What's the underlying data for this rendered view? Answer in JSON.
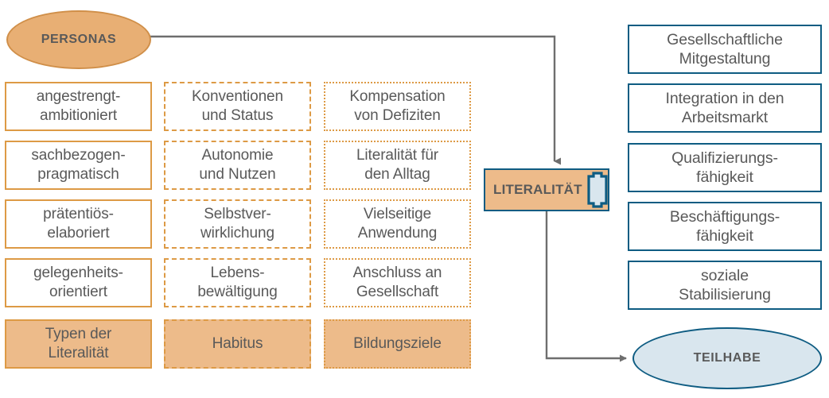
{
  "diagram": {
    "title_nodes": {
      "personas": "PERSONAS",
      "literalitaet": "LITERALITÄT",
      "teilhabe": "TEILHABE"
    },
    "colors": {
      "orange_border": "#DD9A45",
      "orange_fill": "#EDBB8A",
      "ellipse_orange_fill": "#E8AF74",
      "blue_border": "#0E5C82",
      "blue_fill": "#D9E6EE",
      "text": "#595959",
      "connector": "#6E6E6E"
    },
    "columns": [
      {
        "id": "typen-der-literalitaet",
        "border_style": "solid",
        "items": [
          "angestrengt-\nambitioniert",
          "sachbezogen-\npragmatisch",
          "prätentiös-\nelaboriert",
          "gelegenheits-\norientiert"
        ],
        "summary": "Typen der\nLiteralität"
      },
      {
        "id": "habitus",
        "border_style": "dashed",
        "items": [
          "Konventionen\nund Status",
          "Autonomie\nund Nutzen",
          "Selbstver-\nwirklichung",
          "Lebens-\nbewältigung"
        ],
        "summary": "Habitus"
      },
      {
        "id": "bildungsziele",
        "border_style": "dotted",
        "items": [
          "Kompensation\nvon Defiziten",
          "Literalität für\nden Alltag",
          "Vielseitige\nAnwendung",
          "Anschluss an\nGesellschaft"
        ],
        "summary": "Bildungsziele"
      }
    ],
    "outcomes": [
      "Gesellschaftliche\nMitgestaltung",
      "Integration in den\nArbeitsmarkt",
      "Qualifizierungs-\nfähigkeit",
      "Beschäftigungs-\nfähigkeit",
      "soziale\nStabilisierung"
    ],
    "icons": {
      "literacy": "book-icon"
    },
    "connectors": [
      {
        "id": "personas-to-literalitaet",
        "from": "personas",
        "to": "literalitaet"
      },
      {
        "id": "literalitaet-to-teilhabe",
        "from": "literalitaet",
        "to": "teilhabe"
      }
    ]
  }
}
